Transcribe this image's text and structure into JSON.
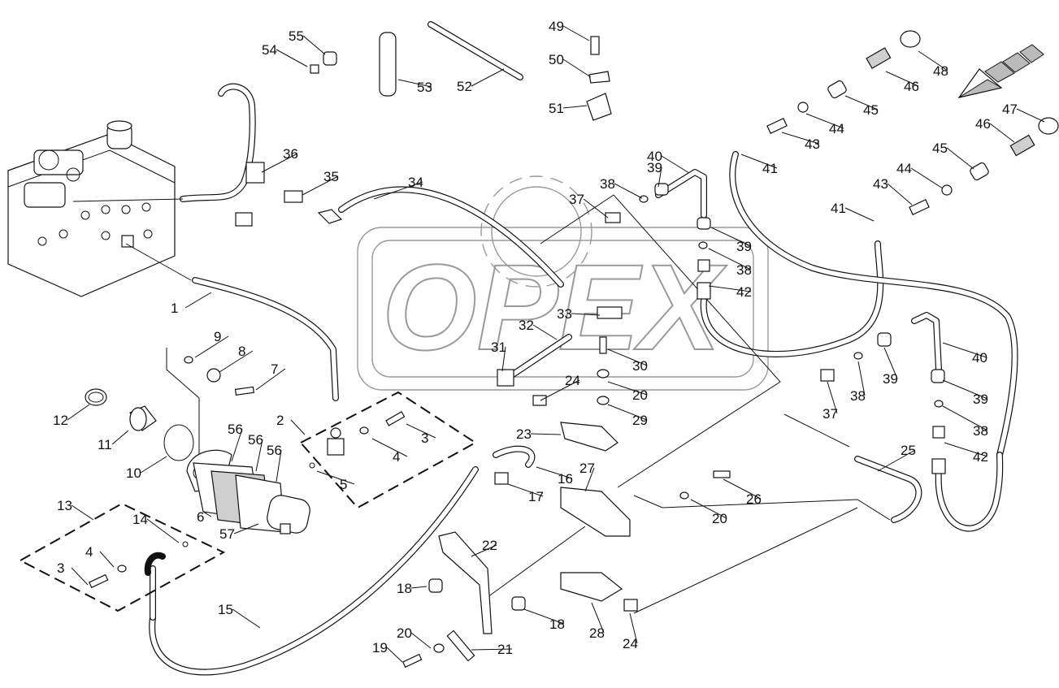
{
  "watermark": {
    "text": "OPEX"
  },
  "callouts": [
    {
      "id": "c1",
      "label": "1"
    },
    {
      "id": "c2",
      "label": "2"
    },
    {
      "id": "c3a",
      "label": "3"
    },
    {
      "id": "c3b",
      "label": "3"
    },
    {
      "id": "c4a",
      "label": "4"
    },
    {
      "id": "c4b",
      "label": "4"
    },
    {
      "id": "c5",
      "label": "5"
    },
    {
      "id": "c6",
      "label": "6"
    },
    {
      "id": "c7",
      "label": "7"
    },
    {
      "id": "c8",
      "label": "8"
    },
    {
      "id": "c9",
      "label": "9"
    },
    {
      "id": "c10",
      "label": "10"
    },
    {
      "id": "c11",
      "label": "11"
    },
    {
      "id": "c12",
      "label": "12"
    },
    {
      "id": "c13",
      "label": "13"
    },
    {
      "id": "c14",
      "label": "14"
    },
    {
      "id": "c15",
      "label": "15"
    },
    {
      "id": "c16",
      "label": "16"
    },
    {
      "id": "c17",
      "label": "17"
    },
    {
      "id": "c18a",
      "label": "18"
    },
    {
      "id": "c18b",
      "label": "18"
    },
    {
      "id": "c19",
      "label": "19"
    },
    {
      "id": "c20a",
      "label": "20"
    },
    {
      "id": "c20b",
      "label": "20"
    },
    {
      "id": "c20c",
      "label": "20"
    },
    {
      "id": "c21",
      "label": "21"
    },
    {
      "id": "c22",
      "label": "22"
    },
    {
      "id": "c23",
      "label": "23"
    },
    {
      "id": "c24a",
      "label": "24"
    },
    {
      "id": "c24b",
      "label": "24"
    },
    {
      "id": "c25",
      "label": "25"
    },
    {
      "id": "c26",
      "label": "26"
    },
    {
      "id": "c27",
      "label": "27"
    },
    {
      "id": "c28",
      "label": "28"
    },
    {
      "id": "c29",
      "label": "29"
    },
    {
      "id": "c30",
      "label": "30"
    },
    {
      "id": "c31",
      "label": "31"
    },
    {
      "id": "c32",
      "label": "32"
    },
    {
      "id": "c33",
      "label": "33"
    },
    {
      "id": "c34",
      "label": "34"
    },
    {
      "id": "c35",
      "label": "35"
    },
    {
      "id": "c36",
      "label": "36"
    },
    {
      "id": "c37a",
      "label": "37"
    },
    {
      "id": "c37b",
      "label": "37"
    },
    {
      "id": "c38a",
      "label": "38"
    },
    {
      "id": "c38b",
      "label": "38"
    },
    {
      "id": "c38c",
      "label": "38"
    },
    {
      "id": "c38d",
      "label": "38"
    },
    {
      "id": "c39a",
      "label": "39"
    },
    {
      "id": "c39b",
      "label": "39"
    },
    {
      "id": "c39c",
      "label": "39"
    },
    {
      "id": "c39d",
      "label": "39"
    },
    {
      "id": "c40a",
      "label": "40"
    },
    {
      "id": "c40b",
      "label": "40"
    },
    {
      "id": "c41a",
      "label": "41"
    },
    {
      "id": "c41b",
      "label": "41"
    },
    {
      "id": "c42a",
      "label": "42"
    },
    {
      "id": "c42b",
      "label": "42"
    },
    {
      "id": "c43a",
      "label": "43"
    },
    {
      "id": "c43b",
      "label": "43"
    },
    {
      "id": "c44a",
      "label": "44"
    },
    {
      "id": "c44b",
      "label": "44"
    },
    {
      "id": "c45a",
      "label": "45"
    },
    {
      "id": "c45b",
      "label": "45"
    },
    {
      "id": "c46a",
      "label": "46"
    },
    {
      "id": "c46b",
      "label": "46"
    },
    {
      "id": "c47",
      "label": "47"
    },
    {
      "id": "c48",
      "label": "48"
    },
    {
      "id": "c49",
      "label": "49"
    },
    {
      "id": "c50",
      "label": "50"
    },
    {
      "id": "c51",
      "label": "51"
    },
    {
      "id": "c52",
      "label": "52"
    },
    {
      "id": "c53",
      "label": "53"
    },
    {
      "id": "c54",
      "label": "54"
    },
    {
      "id": "c55",
      "label": "55"
    },
    {
      "id": "c56a",
      "label": "56"
    },
    {
      "id": "c56b",
      "label": "56"
    },
    {
      "id": "c56c",
      "label": "56"
    },
    {
      "id": "c57",
      "label": "57"
    }
  ]
}
